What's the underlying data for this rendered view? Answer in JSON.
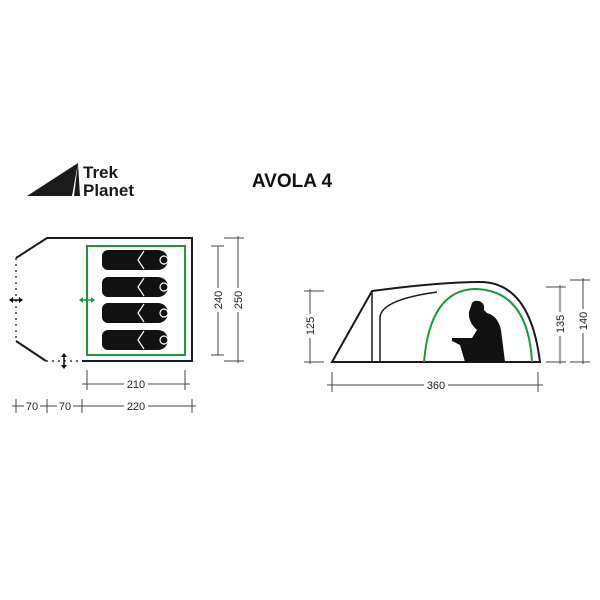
{
  "brand": {
    "line1": "Trek",
    "line2": "Planet"
  },
  "title": "AVOLA 4",
  "floor_plan": {
    "inner_width": "210",
    "inner_length": "240",
    "outer_length": "250",
    "vestibule_left": "70",
    "vestibule_right": "70",
    "outer_width": "220",
    "sleeping_places": 4
  },
  "side_view": {
    "length": "360",
    "vestibule_height": "125",
    "inner_height": "135",
    "outer_height": "140"
  },
  "colors": {
    "outline": "#1a1a1a",
    "inner_tent": "#1a9a3a"
  }
}
